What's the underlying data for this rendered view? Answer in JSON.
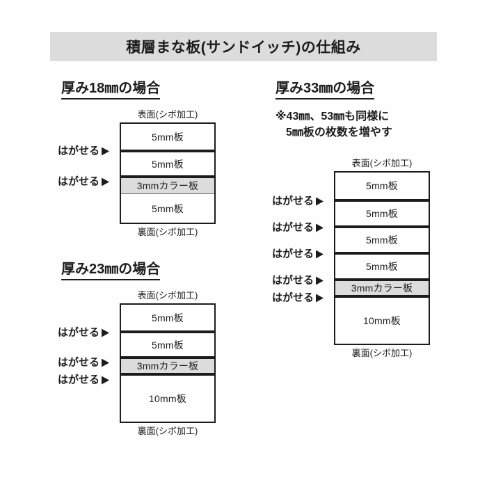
{
  "title": {
    "text": "積層まな板(サンドイッチ)の仕組み",
    "band_color": "#dcdcdc"
  },
  "labels": {
    "peel": "はがせる",
    "top_face": "表面(シボ加工)",
    "bottom_face": "裏面(シボ加工)"
  },
  "colors": {
    "ink": "#1c1c1c",
    "color_layer": "#dcdcdc",
    "board_bg": "#ffffff",
    "page_bg": "#fefefe"
  },
  "sections": [
    {
      "id": "thickness-18",
      "heading": "厚み18㎜の場合",
      "note": null,
      "top_face": "表面(シボ加工)",
      "bottom_face": "裏面(シボ加工)",
      "layers": [
        {
          "label": "5mm板",
          "thickness_mm": 5,
          "color": false,
          "peelable_above": false
        },
        {
          "label": "5mm板",
          "thickness_mm": 5,
          "color": false,
          "peelable_above": true
        },
        {
          "label": "3mmカラー板",
          "thickness_mm": 3,
          "color": true,
          "peelable_above": true
        },
        {
          "label": "5mm板",
          "thickness_mm": 5,
          "color": false,
          "peelable_above": false
        }
      ],
      "peel_count": 2
    },
    {
      "id": "thickness-23",
      "heading": "厚み23㎜の場合",
      "note": null,
      "top_face": "表面(シボ加工)",
      "bottom_face": "裏面(シボ加工)",
      "layers": [
        {
          "label": "5mm板",
          "thickness_mm": 5,
          "color": false,
          "peelable_above": false
        },
        {
          "label": "5mm板",
          "thickness_mm": 5,
          "color": false,
          "peelable_above": true
        },
        {
          "label": "3mmカラー板",
          "thickness_mm": 3,
          "color": true,
          "peelable_above": true
        },
        {
          "label": "10mm板",
          "thickness_mm": 10,
          "color": false,
          "peelable_above": true
        }
      ],
      "peel_count": 3
    },
    {
      "id": "thickness-33",
      "heading": "厚み33㎜の場合",
      "note": {
        "line1": "※43㎜、53㎜も同様に",
        "line2": "5㎜板の枚数を増やす"
      },
      "top_face": "表面(シボ加工)",
      "bottom_face": "裏面(シボ加工)",
      "layers": [
        {
          "label": "5mm板",
          "thickness_mm": 5,
          "color": false,
          "peelable_above": false
        },
        {
          "label": "5mm板",
          "thickness_mm": 5,
          "color": false,
          "peelable_above": true
        },
        {
          "label": "5mm板",
          "thickness_mm": 5,
          "color": false,
          "peelable_above": true
        },
        {
          "label": "5mm板",
          "thickness_mm": 5,
          "color": false,
          "peelable_above": true
        },
        {
          "label": "3mmカラー板",
          "thickness_mm": 3,
          "color": true,
          "peelable_above": true
        },
        {
          "label": "10mm板",
          "thickness_mm": 10,
          "color": false,
          "peelable_above": true
        }
      ],
      "peel_count": 5
    }
  ]
}
